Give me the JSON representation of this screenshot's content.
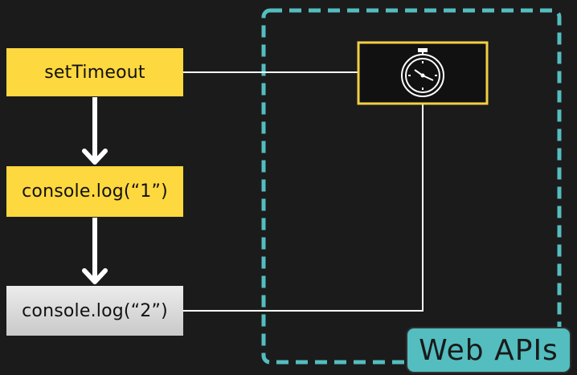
{
  "nodes": {
    "settimeout_label": "setTimeout",
    "log1_label": "console.log(“1”)",
    "log2_label": "console.log(“2”)"
  },
  "webapis": {
    "title": "Web APIs",
    "timer_icon": "stopwatch-icon"
  },
  "colors": {
    "background": "#1b1b1b",
    "callstack_box": "#fdd83f",
    "pending_box": "#d4d4d4",
    "webapi_accent": "#54bdbf",
    "timer_border": "#f2cf45",
    "connector": "#ffffff"
  }
}
